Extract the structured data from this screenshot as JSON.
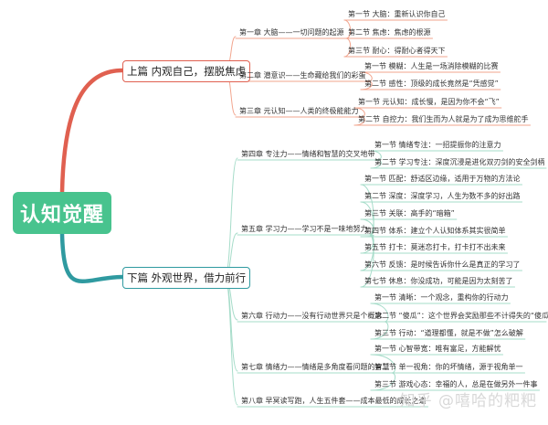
{
  "root": "认知觉醒",
  "parts": [
    {
      "title": "上篇 内观自己，摆脱焦虑"
    },
    {
      "title": "下篇 外观世界，借力前行"
    }
  ],
  "chapters": [
    {
      "title": "第一章 大脑——一切问题的起源",
      "sections": [
        "第一节 大脑：重新认识你自己",
        "第二节 焦虑：焦虑的根源",
        "第三节 耐心：得耐心者得天下"
      ]
    },
    {
      "title": "第二章 潜意识——生命藏给我们的彩蛋",
      "sections": [
        "第一节 模糊：人生是一场消除模糊的比赛",
        "第二节 感性：顶级的成长竟然是“凭感觉”"
      ]
    },
    {
      "title": "第三章 元认知——人类的终极能能力",
      "sections": [
        "第一节 元认知：成长慢，是因为你不会“飞”",
        "第二节 自控力：我们生而为人就是为了成为思维舵手"
      ]
    },
    {
      "title": "第四章 专注力——情绪和智慧的交叉地带",
      "sections": [
        "第一节 情绪专注：一招提振你的注意力",
        "第二节 学习专注：深度沉浸是进化双刃剑的安全剑柄"
      ]
    },
    {
      "title": "第五章 学习力——学习不是一味地努力",
      "sections": [
        "第一节 匹配：舒适区边缘，适用于万物的方法论",
        "第二节 深度：深度学习，人生为数不多的好出路",
        "第三节 关联：高手的“暗箱”",
        "第四节 体系：建立个人认知体系其实很简单",
        "第五节 打卡：莫迷恋打卡，打卡打不出未来",
        "第六节 反馈：是时候告诉你什么是真正的学习了",
        "第七节 休息：你没成功，可能是因为太刻苦了"
      ]
    },
    {
      "title": "第六章 行动力——没有行动世界只是个概念",
      "sections": [
        "第一节 清晰：一个观念，重构你的行动力",
        "第二节 “傻瓜”：这个世界会奖励那些不计得失的“傻瓜”",
        "第三节 行动：“道理都懂，就是不做”怎么破解"
      ]
    },
    {
      "title": "第七章 情绪力——情绪是多角度看问题的智慧",
      "sections": [
        "第一节 心智带宽：唯有富足，方能解忧",
        "第二节 单一视角：你的坏情绪，源于视角单一",
        "第三节 游戏心态：幸福的人，总是在做另外一件事"
      ]
    },
    {
      "title": "第八章 早冥读写跑，人生五件套——成本最低的成长之道",
      "sections": []
    }
  ],
  "watermark": "知乎 @嘻哈的粑粑",
  "colors": {
    "root": "#48c38e",
    "part1": "#e06050",
    "part2": "#2f9aa0",
    "upper_branch": "#f2a58e",
    "lower_branch": "#a6dcc9"
  }
}
